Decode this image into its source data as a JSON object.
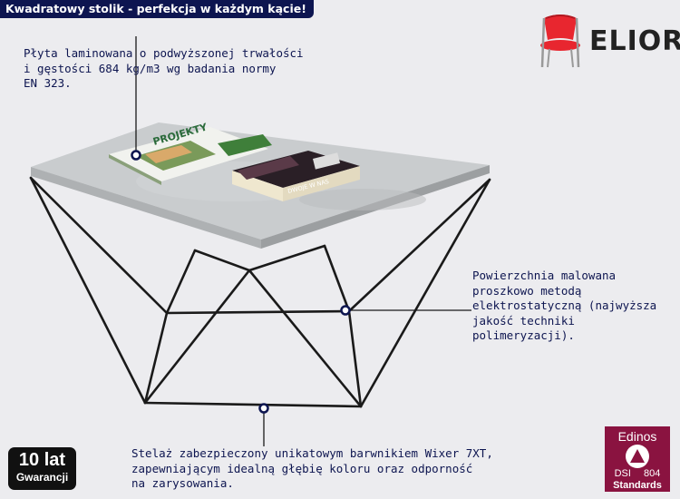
{
  "header": {
    "title": "Kwadratowy stolik - perfekcja w każdym kącie!"
  },
  "brand": {
    "name": "ELIOR",
    "icon": "chair-icon"
  },
  "notes": {
    "top_left": [
      "Płyta laminowana o podwyższonej trwałości",
      "i gęstości 684 kg/m3 wg badania normy",
      "EN 323."
    ],
    "right": [
      "Powierzchnia malowana",
      "proszkowo metodą",
      "elektrostatyczną (najwyższa",
      "jakość techniki",
      "polimeryzacji)."
    ],
    "bottom": [
      "Stelaż zabezpieczony unikatowym barwnikiem Wixer 7XT,",
      "zapewniającym idealną głębię koloru oraz odporność",
      "na zarysowania."
    ]
  },
  "badges": {
    "warranty_years": "10 lat",
    "warranty_label": "Gwarancji",
    "cert_name": "Edinos",
    "cert_code_left": "DSI",
    "cert_code_right": "804",
    "cert_label": "Standards"
  },
  "book": {
    "title": "DWOJE W NAS"
  },
  "magazine": {
    "title": "PROJEKTY"
  },
  "colors": {
    "navy": "#0d1550",
    "chair_red": "#e8262f",
    "badge_maroon": "#8a1340",
    "concrete": "#c9ccce",
    "frame": "#1a1a1a"
  }
}
